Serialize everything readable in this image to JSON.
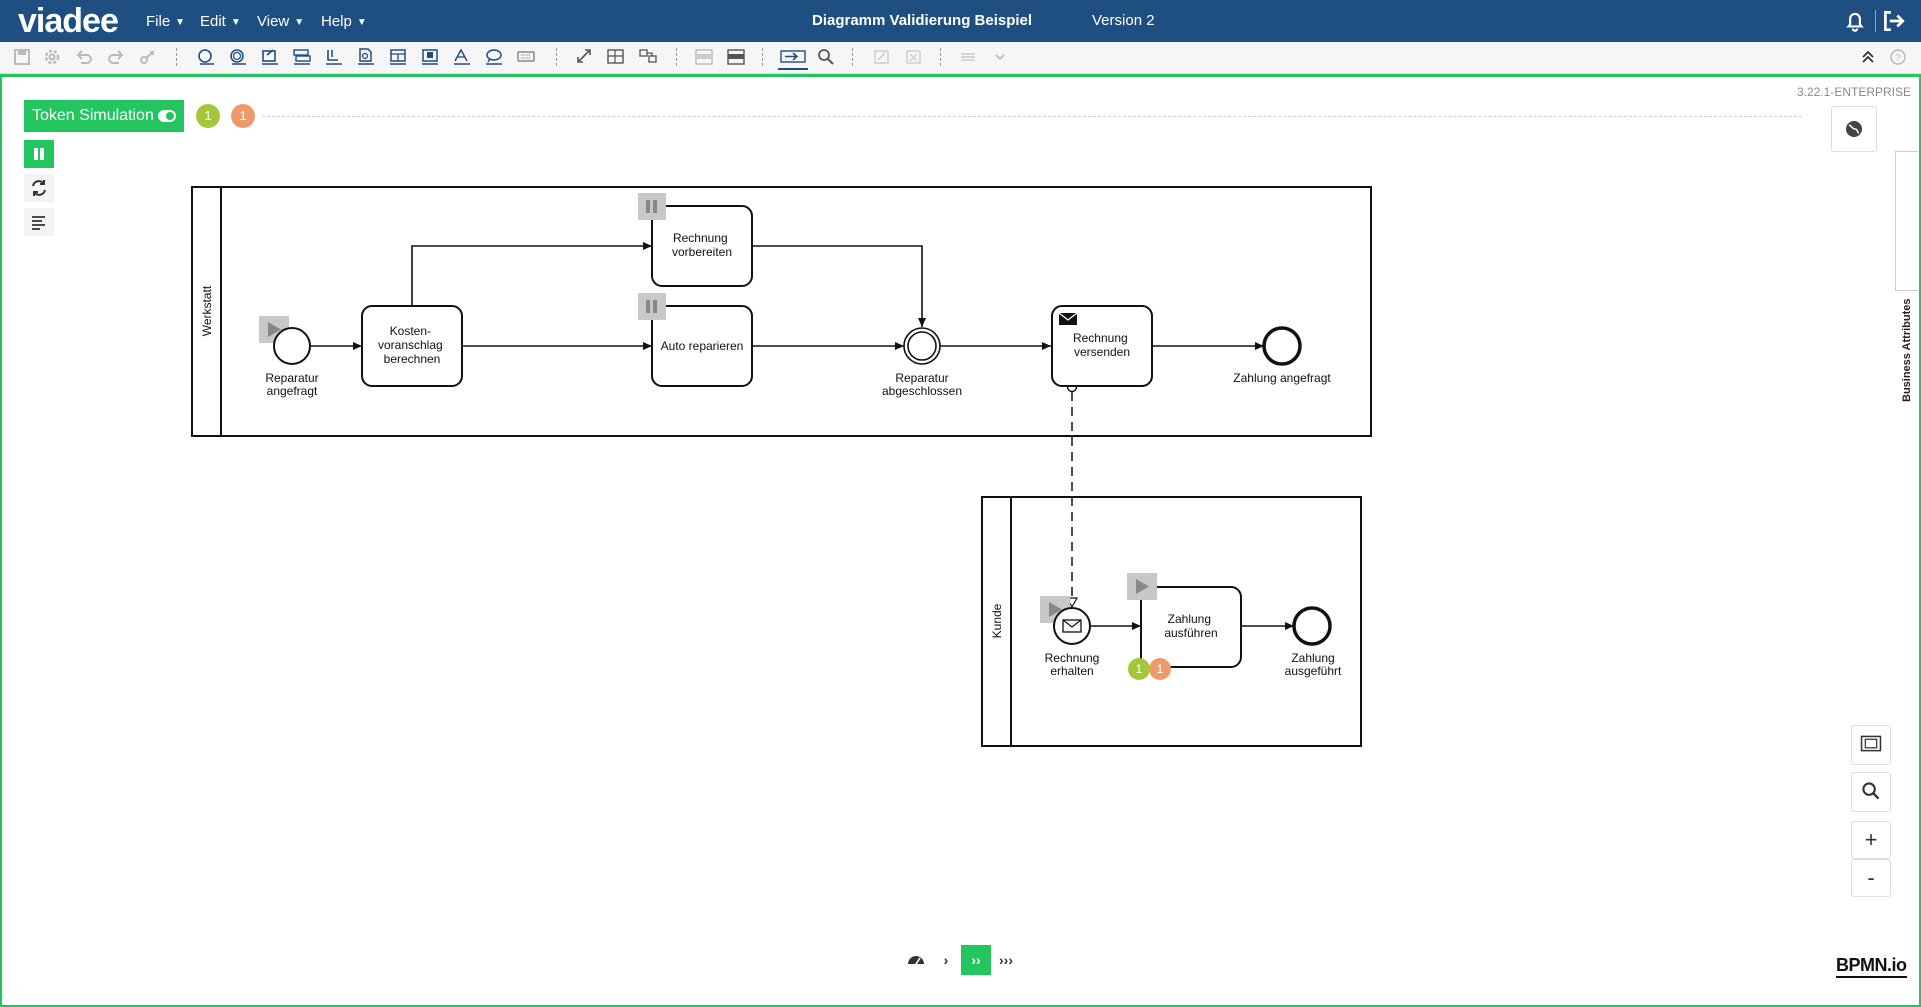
{
  "header": {
    "logo": "viadee",
    "menus": [
      {
        "label": "File"
      },
      {
        "label": "Edit"
      },
      {
        "label": "View"
      },
      {
        "label": "Help"
      }
    ],
    "title": "Diagramm Validierung Beispiel",
    "version": "Version 2",
    "icons": [
      "bell-icon",
      "logout-icon"
    ]
  },
  "toolbar": {
    "icons": [
      "save-icon",
      "settings-icon",
      "undo-icon",
      "redo-icon",
      "share-icon",
      "create-start-event-icon",
      "create-intermediate-event-icon",
      "create-end-event-icon",
      "create-gateway-icon",
      "create-task-icon",
      "create-subprocess-icon",
      "create-data-object-icon",
      "create-data-store-icon",
      "create-pool-icon",
      "create-text-annotation-icon",
      "create-group-icon",
      "keyboard-icon",
      "fullscreen-icon",
      "layout-icon",
      "split-icon",
      "export-svg-icon",
      "export-png-icon",
      "token-simulation-icon",
      "search-icon",
      "distribute-icon",
      "align-icon",
      "more-icon",
      "chevron-up-icon",
      "help-icon"
    ]
  },
  "canvas": {
    "version_tag": "3.22.1-ENTERPRISE",
    "simulation": {
      "label": "Token Simulation",
      "counts": {
        "active": "1",
        "completed": "1"
      }
    },
    "business_attributes_label": "Business Attributes",
    "speed_controls": [
      "›",
      "››",
      "›››"
    ],
    "watermark": "BPMN.io"
  },
  "diagram": {
    "pools": [
      {
        "name": "Werkstatt"
      },
      {
        "name": "Kunde"
      }
    ],
    "events": {
      "reparatur_angefragt": "Reparatur angefragt",
      "reparatur_abgeschlossen": "Reparatur abgeschlossen",
      "zahlung_angefragt": "Zahlung angefragt",
      "rechnung_erhalten": "Rechnung erhalten",
      "zahlung_ausgefuehrt": "Zahlung ausgeführt"
    },
    "tasks": {
      "kostenvoranschlag": [
        "Kosten-",
        "voranschlag",
        "berechnen"
      ],
      "rechnung_vorbereiten": [
        "Rechnung",
        "vorbereiten"
      ],
      "auto_reparieren": [
        "Auto reparieren"
      ],
      "rechnung_versenden": [
        "Rechnung",
        "versenden"
      ],
      "zahlung_ausfuehren": [
        "Zahlung",
        "ausführen"
      ]
    },
    "token_counts": {
      "active": "1",
      "completed": "1"
    }
  }
}
